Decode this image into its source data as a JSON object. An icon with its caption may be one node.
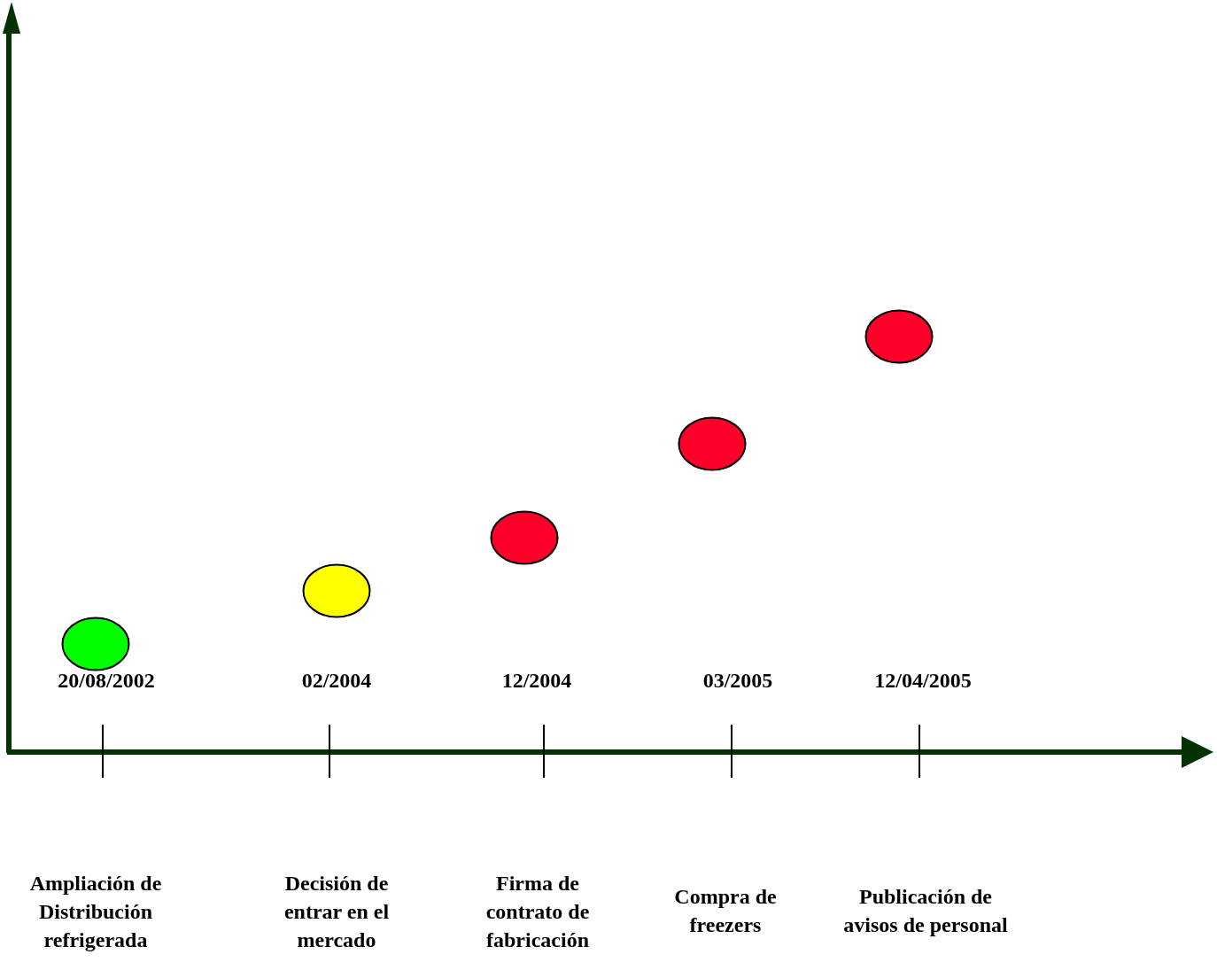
{
  "diagram": {
    "nodes": [
      {
        "text": [],
        "shape": "circle"
      },
      {
        "text": [],
        "shape": "circle"
      },
      {
        "text": [],
        "shape": "circle"
      },
      {
        "text": [],
        "shape": "circle"
      },
      {
        "text": [],
        "shape": "circle"
      }
    ],
    "labels": [
      "20/08/2002",
      "02/2004",
      "12/2004",
      "03/2005",
      "12/04/2005",
      "Ampliación de Distribución refrigerada",
      "Decisión de entrar en el mercado",
      "Firma de contrato de fabricación",
      "Compra de freezers",
      "Publicación de avisos de personal"
    ]
  }
}
